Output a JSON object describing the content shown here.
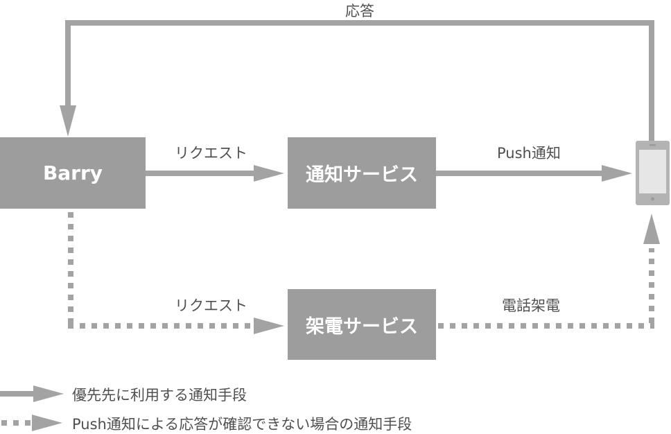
{
  "colors": {
    "node_fill": "#9c9d9c",
    "arrow": "#a2a3a2",
    "text": "#4f4f4f",
    "node_text": "#ffffff",
    "phone_body": "#b3b3b3",
    "phone_screen": "#e6e6e6"
  },
  "nodes": {
    "barry": "Barry",
    "notify_service": "通知サービス",
    "call_service": "架電サービス",
    "phone_icon": "smartphone-icon"
  },
  "edges": {
    "response": "応答",
    "request_primary": "リクエスト",
    "push": "Push通知",
    "request_fallback": "リクエスト",
    "call": "電話架電"
  },
  "legend": [
    {
      "style": "solid",
      "label": "優先先に利用する通知手段"
    },
    {
      "style": "dotted",
      "label": "Push通知による応答が確認できない場合の通知手段"
    }
  ]
}
